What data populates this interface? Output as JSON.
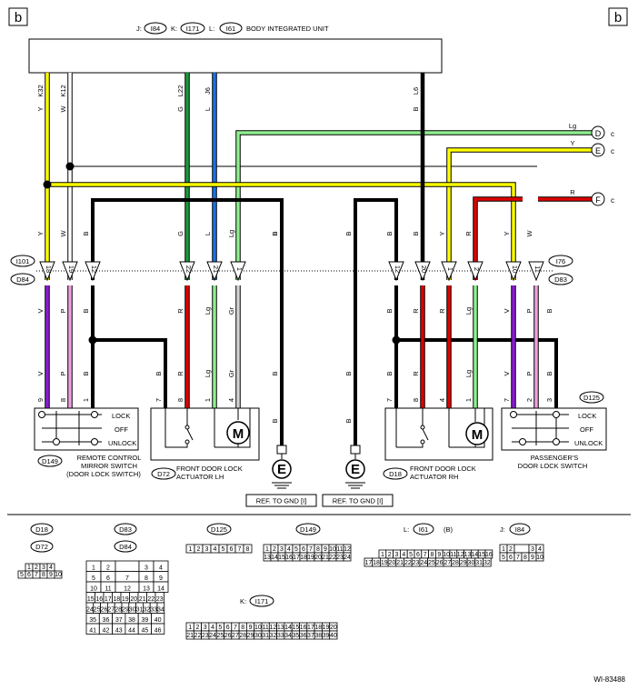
{
  "page_ref": "b",
  "unit": {
    "title": "BODY INTEGRATED UNIT",
    "conn_j_prefix": "J:",
    "conn_j": "I84",
    "conn_k_prefix": "K:",
    "conn_k": "I171",
    "conn_l_prefix": "L:",
    "conn_l": "I61"
  },
  "wires_top": [
    {
      "pin": "K32",
      "color": "Y"
    },
    {
      "pin": "K12",
      "color": "W"
    },
    {
      "pin": "L22",
      "color": "G"
    },
    {
      "pin": "J6",
      "color": "L"
    },
    {
      "pin": "L6",
      "color": "B"
    }
  ],
  "links": [
    {
      "label": "D",
      "color": "Lg",
      "ref": "c"
    },
    {
      "label": "E",
      "color": "Y",
      "ref": "c"
    },
    {
      "label": "F",
      "color": "R",
      "ref": "c"
    }
  ],
  "left_connectors": [
    "I101",
    "D84"
  ],
  "right_connectors": [
    "I76",
    "D83"
  ],
  "left_pins": [
    "18",
    "19",
    "12",
    "22",
    "21",
    "1"
  ],
  "right_pins": [
    "12",
    "20",
    "1",
    "2",
    "10",
    "11"
  ],
  "wire_labels_upper_left": [
    "Y",
    "W",
    "B",
    "G",
    "L",
    "Lg",
    "B"
  ],
  "wire_labels_upper_right": [
    "B",
    "B",
    "B",
    "Y",
    "R",
    "Y",
    "W"
  ],
  "wire_labels_lower_left": [
    "V",
    "P",
    "B",
    "R",
    "Lg",
    "Gr"
  ],
  "wire_labels_lower_right": [
    "B",
    "R",
    "R",
    "Lg",
    "V",
    "P",
    "B"
  ],
  "comp_labels_left": [
    "V",
    "P",
    "B",
    "B",
    "R",
    "Lg",
    "Gr",
    "B"
  ],
  "comp_labels_right": [
    "B",
    "B",
    "R",
    "Lg",
    "V",
    "P",
    "B"
  ],
  "component_pins_left": [
    "9",
    "8",
    "1",
    "7",
    "8",
    "1",
    "4"
  ],
  "component_pins_right": [
    "7",
    "8",
    "4",
    "1",
    "7",
    "2",
    "3"
  ],
  "switch_left": {
    "id": "D149",
    "states": [
      "LOCK",
      "OFF",
      "UNLOCK"
    ],
    "name1": "REMOTE CONTROL",
    "name2": "MIRROR SWITCH",
    "name3": "(DOOR LOCK SWITCH)"
  },
  "actuator_lh": {
    "id": "D72",
    "name1": "FRONT DOOR LOCK",
    "name2": "ACTUATOR LH",
    "motor": "M"
  },
  "actuator_rh": {
    "id": "D18",
    "name1": "FRONT DOOR LOCK",
    "name2": "ACTUATOR RH",
    "motor": "M"
  },
  "switch_right": {
    "id": "D125",
    "states": [
      "LOCK",
      "OFF",
      "UNLOCK"
    ],
    "name1": "PASSENGER'S",
    "name2": "DOOR LOCK SWITCH"
  },
  "ground": {
    "label": "E",
    "ref": "REF. TO GND [I]"
  },
  "connectors": {
    "d18": "D18",
    "d72": "D72",
    "d83": "D83",
    "d84": "D84",
    "d125": "D125",
    "d149": "D149",
    "l_prefix": "L:",
    "l_id": "I61",
    "l_suffix": "(B)",
    "j_prefix": "J:",
    "j_id": "I84",
    "k_prefix": "K:",
    "k_id": "I171",
    "d18_pins": [
      "1",
      "2",
      "3",
      "4",
      "5",
      "6",
      "7",
      "8",
      "9",
      "10"
    ],
    "d83_pins": [
      "1",
      "2",
      "3",
      "4",
      "5",
      "6",
      "7",
      "8",
      "9",
      "10",
      "11",
      "12",
      "13",
      "14",
      "15",
      "16",
      "17",
      "18",
      "19",
      "20",
      "21",
      "22",
      "23",
      "24",
      "25",
      "26",
      "27",
      "28",
      "29",
      "30",
      "31",
      "32",
      "33",
      "34",
      "35",
      "36",
      "37",
      "38",
      "39",
      "40",
      "41",
      "42",
      "43",
      "44",
      "45",
      "46"
    ],
    "d125_pins": [
      "1",
      "2",
      "3",
      "4",
      "5",
      "6",
      "7",
      "8"
    ],
    "d149_pins": [
      "1",
      "2",
      "3",
      "4",
      "5",
      "6",
      "7",
      "8",
      "9",
      "10",
      "11",
      "12",
      "13",
      "14",
      "15",
      "16",
      "17",
      "18",
      "19",
      "20",
      "21",
      "22",
      "23",
      "24"
    ],
    "l_pins": [
      "1",
      "2",
      "3",
      "4",
      "5",
      "6",
      "7",
      "8",
      "9",
      "10",
      "11",
      "12",
      "13",
      "14",
      "15",
      "16",
      "17",
      "18",
      "19",
      "20",
      "21",
      "22",
      "23",
      "24",
      "25",
      "26",
      "27",
      "28",
      "29",
      "30",
      "31",
      "32"
    ],
    "j_pins": [
      "1",
      "2",
      "3",
      "4",
      "5",
      "6",
      "7",
      "8",
      "9",
      "10"
    ],
    "k_pins": [
      "1",
      "2",
      "3",
      "4",
      "5",
      "6",
      "7",
      "8",
      "9",
      "10",
      "11",
      "12",
      "13",
      "14",
      "15",
      "16",
      "17",
      "18",
      "19",
      "20",
      "21",
      "22",
      "23",
      "24",
      "25",
      "26",
      "27",
      "28",
      "29",
      "30",
      "31",
      "32",
      "33",
      "34",
      "35",
      "36",
      "37",
      "38",
      "39",
      "40"
    ]
  },
  "doc_id": "WI-83488"
}
